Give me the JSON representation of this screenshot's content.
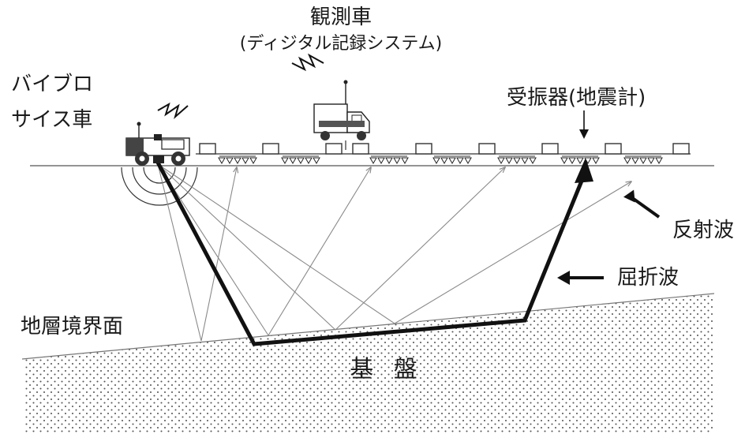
{
  "labels": {
    "vehicle_main": "観測車",
    "vehicle_sub": "(ディジタル記録システム)",
    "vibro_line1": "バイブロ",
    "vibro_line2": "サイス車",
    "receiver": "受振器(地震計)",
    "reflected_wave": "反射波",
    "refracted_wave": "屈折波",
    "layer_boundary": "地層境界面",
    "basement": "基 盤"
  },
  "colors": {
    "ink": "#111111",
    "thin_ray": "#8a8a8a",
    "dots": "#555555"
  }
}
